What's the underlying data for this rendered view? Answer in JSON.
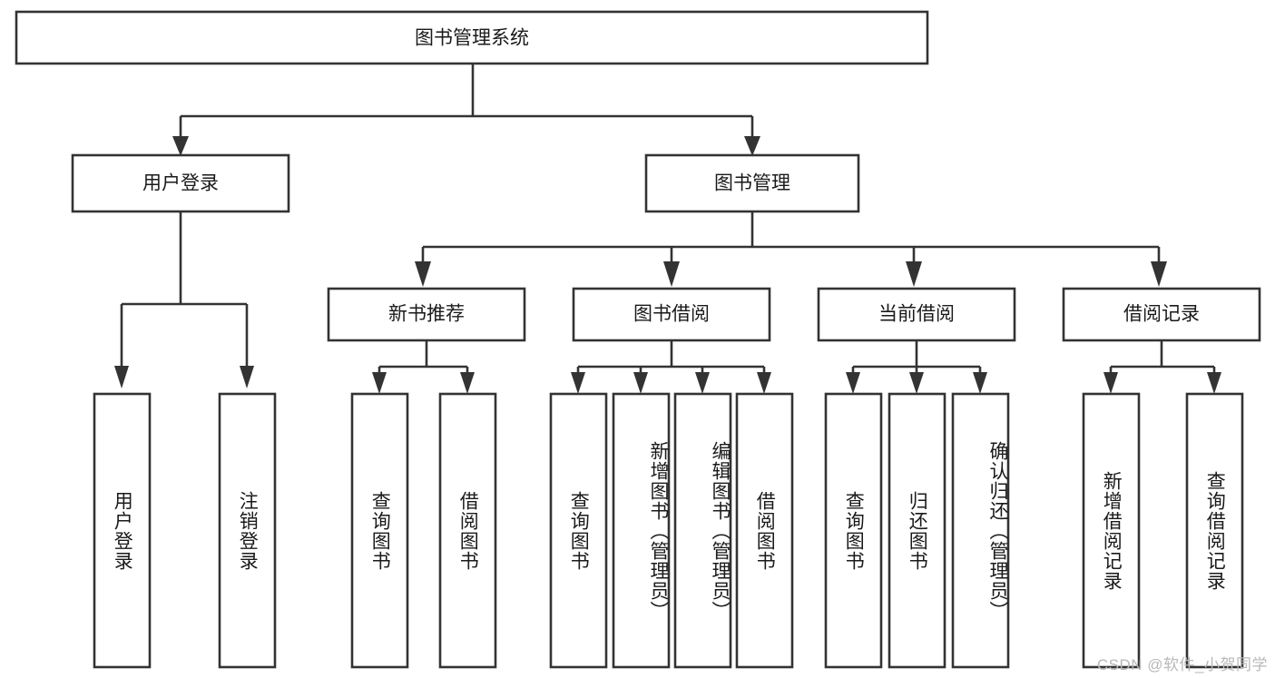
{
  "diagram": {
    "title": "图书管理系统",
    "type": "hierarchy-tree",
    "orientation": "top-down",
    "colors": {
      "box_stroke": "#333333",
      "box_fill": "#ffffff",
      "text": "#1a1a1a",
      "background": "#ffffff",
      "watermark": "#b8b8b8"
    },
    "root": {
      "label": "图书管理系统"
    },
    "level2": [
      {
        "label": "用户登录"
      },
      {
        "label": "图书管理"
      }
    ],
    "level3": [
      {
        "label": "新书推荐"
      },
      {
        "label": "图书借阅"
      },
      {
        "label": "当前借阅"
      },
      {
        "label": "借阅记录"
      }
    ],
    "leaves": {
      "user_login": [
        {
          "label": "用户登录"
        },
        {
          "label": "注销登录"
        }
      ],
      "new_book_recommend": [
        {
          "label": "查询图书"
        },
        {
          "label": "借阅图书"
        }
      ],
      "book_borrow": [
        {
          "label": "查询图书"
        },
        {
          "label": "新增图书（管理员）"
        },
        {
          "label": "编辑图书（管理员）"
        },
        {
          "label": "借阅图书"
        }
      ],
      "current_borrow": [
        {
          "label": "查询图书"
        },
        {
          "label": "归还图书"
        },
        {
          "label": "确认归还（管理员）"
        }
      ],
      "borrow_record": [
        {
          "label": "新增借阅记录"
        },
        {
          "label": "查询借阅记录"
        }
      ]
    }
  },
  "watermark": {
    "text": "CSDN @软件_小贺同学"
  }
}
